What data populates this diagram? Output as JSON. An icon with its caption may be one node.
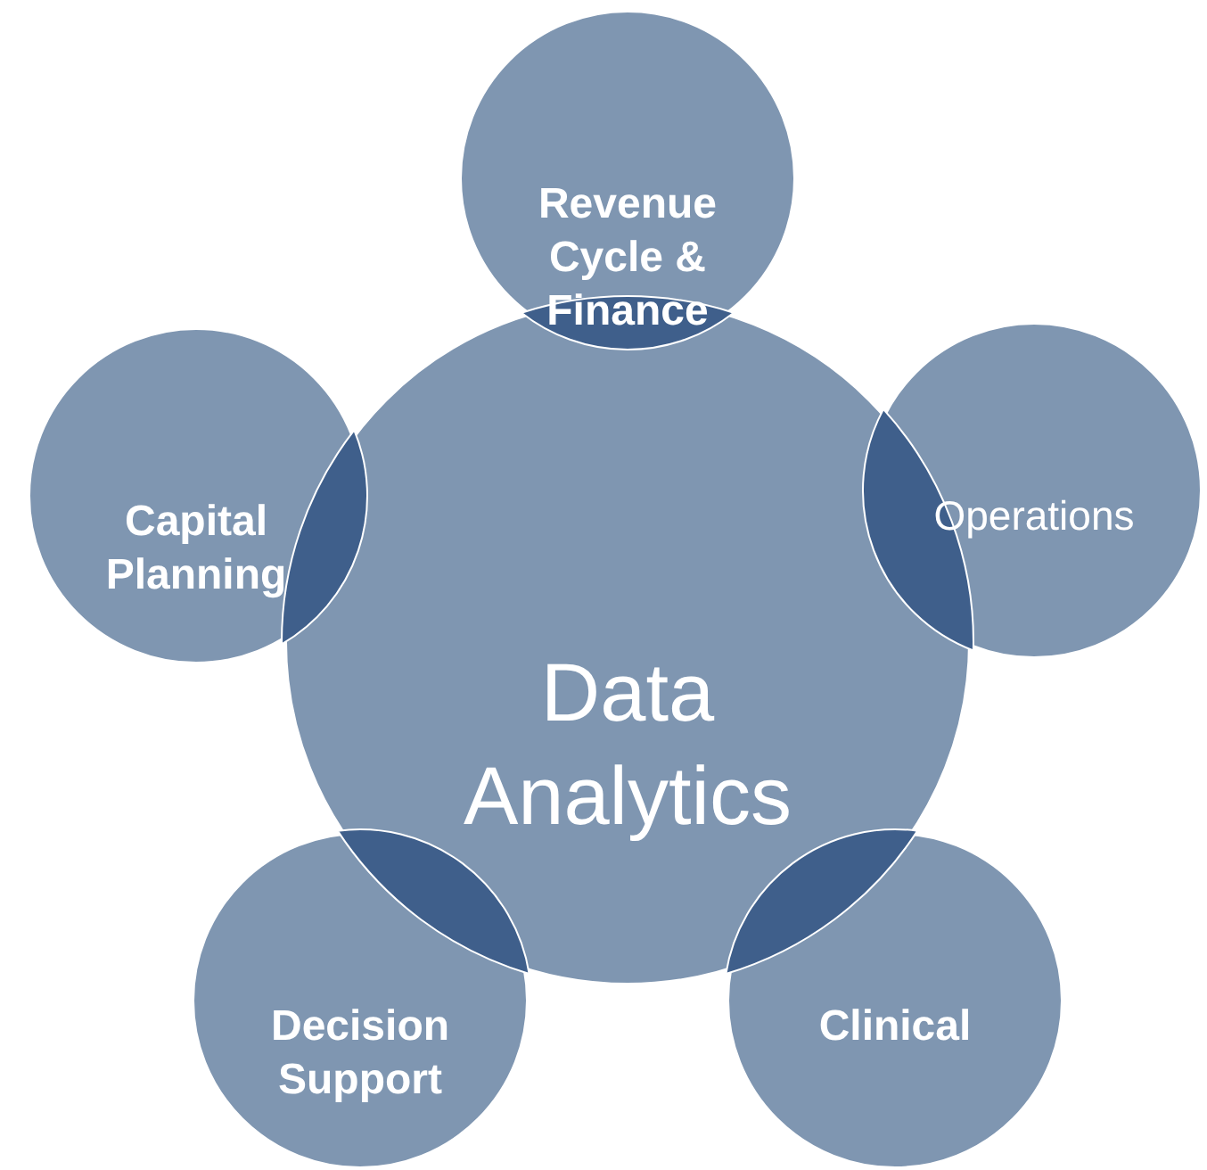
{
  "diagram": {
    "nodes": [
      {
        "text": [
          "Revenue Cycle & Finance"
        ]
      },
      {
        "text": [
          "Capital Planning"
        ]
      },
      {
        "text": [
          "Operations"
        ]
      },
      {
        "text": [
          "Data Analytics"
        ]
      },
      {
        "text": [
          "Decision Support"
        ]
      },
      {
        "text": [
          "Clinical"
        ]
      }
    ]
  }
}
